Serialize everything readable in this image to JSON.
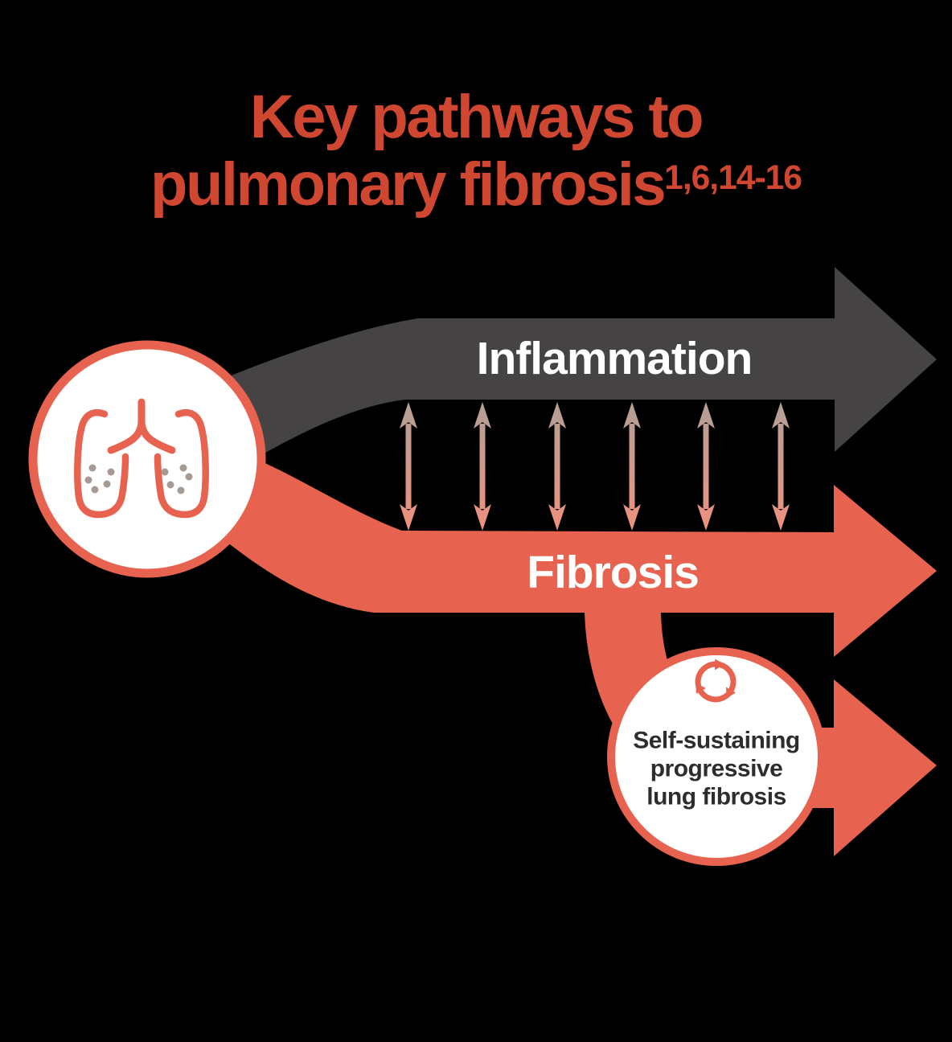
{
  "title": {
    "line1": "Key pathways to",
    "line2": "pulmonary fibrosis",
    "references": "1,6,14-16"
  },
  "arrows": {
    "inflammation": {
      "label": "Inflammation",
      "direction": "right"
    },
    "fibrosis": {
      "label": "Fibrosis",
      "direction": "right"
    },
    "self_sustaining": {
      "direction": "right"
    },
    "feedback": {
      "type": "double-headed-vertical",
      "count": 6
    }
  },
  "nodes": {
    "lungs_badge": {
      "icon": "lungs-icon"
    },
    "outcome_badge": {
      "icon": "cycle-arrows-icon",
      "line1": "Self-sustaining",
      "line2": "progressive",
      "line3": "lung fibrosis"
    }
  },
  "colors": {
    "background": "#000000",
    "title-red": "#CF4731",
    "coral": "#E7634F",
    "dark-gray": "#454344",
    "caption-dark": "#2E2D2C",
    "feedback-top": "#B2A096",
    "feedback-bottom": "#F0907E",
    "lung-dots": "#A79A93",
    "label-white": "#FFFFFF"
  }
}
